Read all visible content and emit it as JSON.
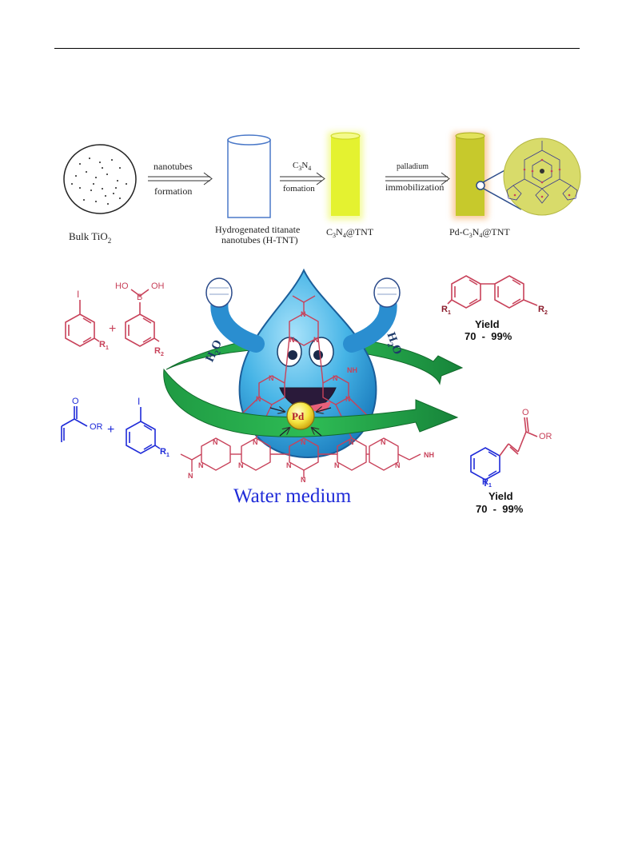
{
  "colors": {
    "red_chem": "#c8425a",
    "blue_chem": "#1f2bd8",
    "arrow_green": "#1fa84a",
    "drop_blue": "#46b4e6",
    "yellow_tube": "#e9f53a",
    "olive_tube": "#c7c92c",
    "orange_glow": "#f5a04a"
  },
  "scheme": {
    "bulk_label": "Bulk TiO",
    "bulk_sub": "2",
    "arrow1_top": "nanotubes",
    "arrow1_bottom": "formation",
    "htnt_line1": "Hydrogenated titanate",
    "htnt_line2": "nanotubes (H-TNT)",
    "arrow2_top_c": "C",
    "arrow2_top_s1": "3",
    "arrow2_top_n": "N",
    "arrow2_top_s2": "4",
    "arrow2_bottom": "fomation",
    "c3n4_label_c": "C",
    "c3n4_s1": "3",
    "c3n4_n": "N",
    "c3n4_s2": "4",
    "c3n4_rest": "@TNT",
    "arrow3_top": "palladium",
    "arrow3_bottom": "immobilization",
    "pd_label_pre": "Pd-C",
    "pd_s1": "3",
    "pd_n": "N",
    "pd_s2": "4",
    "pd_rest": "@TNT"
  },
  "reaction": {
    "iodo": "I",
    "plus": "+",
    "ho": "HO",
    "b": "B",
    "oh": "OH",
    "r1": "R",
    "r1_sub": "1",
    "r2": "R",
    "r2_sub": "2",
    "o": "O",
    "or": "OR",
    "h2o_left": "H",
    "h2o_left_sub": "2",
    "h2o_left_o": "O",
    "h2o_right": "H",
    "h2o_right_sub": "2",
    "h2o_right_o": "O",
    "pd": "Pd",
    "nh": "NH",
    "n": "N",
    "yield_label": "Yield",
    "yield_range": "70  -  99%",
    "water_medium": "Water medium"
  }
}
